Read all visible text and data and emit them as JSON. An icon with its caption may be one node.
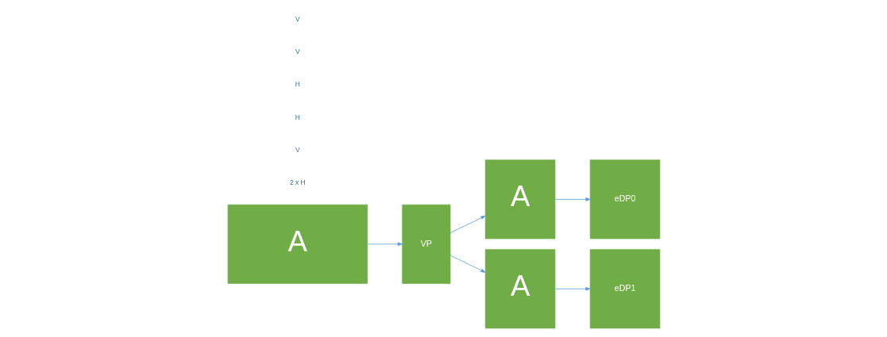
{
  "diagram": {
    "nodes": [
      {
        "text": [
          "A"
        ]
      },
      {
        "text": [
          "VP"
        ]
      },
      {
        "text": [
          "A"
        ]
      },
      {
        "text": [
          "A"
        ]
      },
      {
        "text": [
          "eDP0"
        ]
      },
      {
        "text": [
          "eDP1"
        ]
      }
    ],
    "edges": [
      {
        "from": 0,
        "to": 1,
        "arrow": "to"
      },
      {
        "from": 1,
        "to": 2,
        "arrow": "to"
      },
      {
        "from": 1,
        "to": 3,
        "arrow": "to"
      },
      {
        "from": 2,
        "to": 4,
        "arrow": "to"
      },
      {
        "from": 3,
        "to": 5,
        "arrow": "to"
      }
    ],
    "labels": [
      "2 x H",
      "V",
      "H",
      "H",
      "V",
      "V"
    ]
  }
}
